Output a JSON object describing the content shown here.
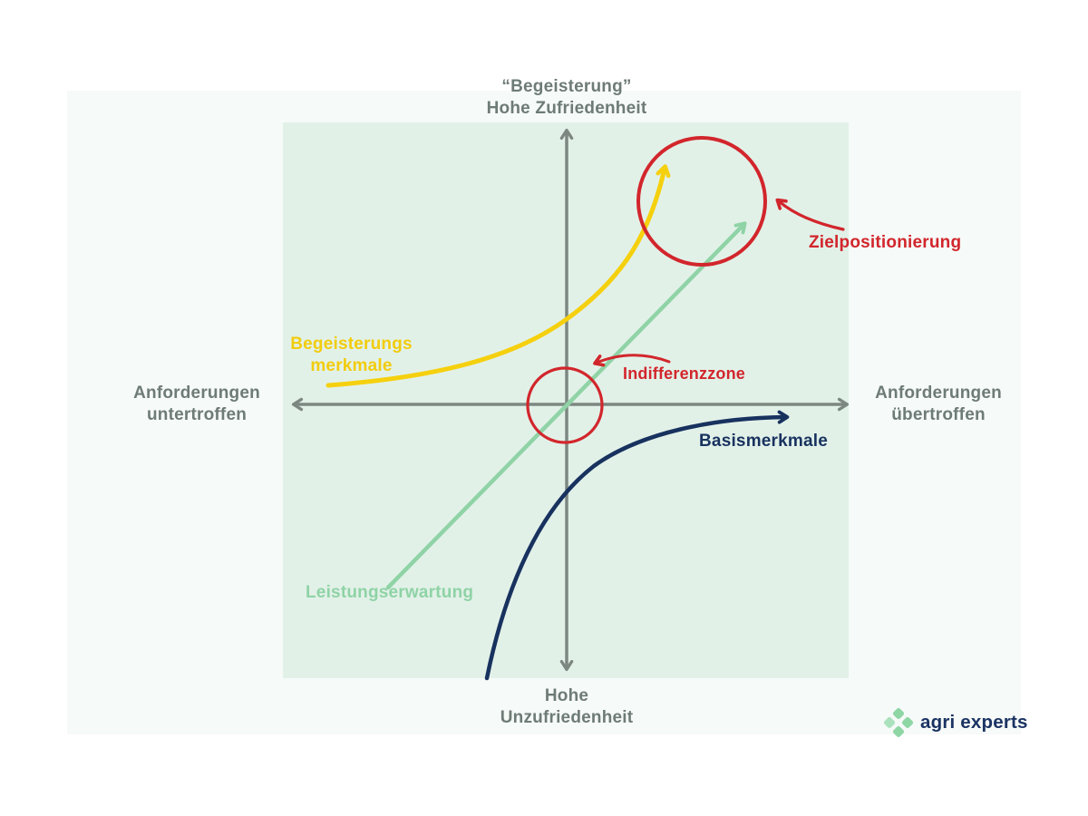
{
  "axes": {
    "top_line1": "“Begeisterung”",
    "top_line2": "Hohe Zufriedenheit",
    "bottom_line1": "Hohe",
    "bottom_line2": "Unzufriedenheit",
    "left_line1": "Anforderungen",
    "left_line2": "untertroffen",
    "right_line1": "Anforderungen",
    "right_line2": "übertroffen"
  },
  "curves": {
    "excitement": {
      "label_line1": "Begeisterungs",
      "label_line2": "merkmale",
      "color": "#f5d00e"
    },
    "basic": {
      "label": "Basismerkmale",
      "color": "#18325f"
    },
    "performance": {
      "label": "Leistungserwartung",
      "color": "#8fd3a6"
    }
  },
  "annotations": {
    "target": {
      "label": "Zielpositionierung",
      "color": "#d2262c"
    },
    "indifference": {
      "label": "Indifferenzzone",
      "color": "#d2262c"
    }
  },
  "logo": {
    "text": "agri experts",
    "icon": "four-diamond-clover-icon",
    "text_color": "#1b3363",
    "icon_color": "#8fd6a5"
  },
  "colors": {
    "axis": "#7d8781",
    "label_grey": "#6e7b76",
    "plot_background": "#e2f1e8",
    "panel_background": "#f6faf8",
    "page_background": "#ffffff",
    "annotation_red": "#d2262c"
  }
}
